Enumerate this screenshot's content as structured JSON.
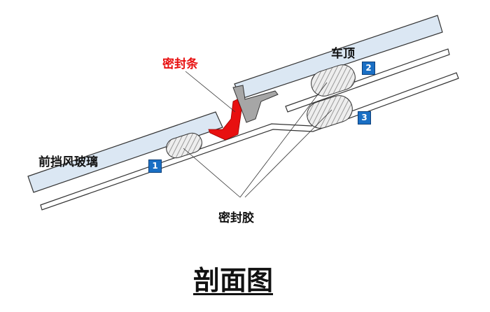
{
  "labels": {
    "windshield": "前挡风玻璃",
    "roof": "车顶",
    "seal_strip": "密封条",
    "sealant": "密封胶"
  },
  "markers": [
    "1",
    "2",
    "3"
  ],
  "title": "剖面图",
  "colors": {
    "glass": "#dbe7f3",
    "seal_strip": "#e81010",
    "trim": "#a6a6a6",
    "marker": "#1a6fc4"
  }
}
